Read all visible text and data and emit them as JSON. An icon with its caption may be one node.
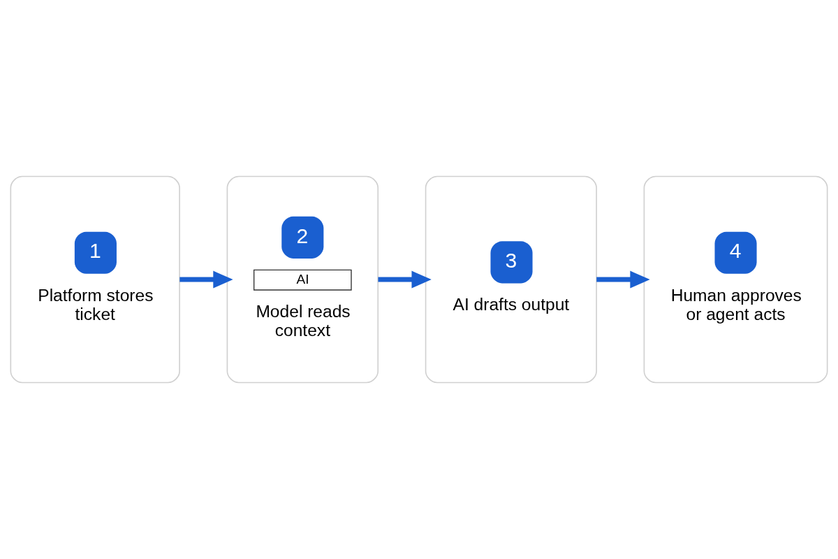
{
  "diagram": {
    "nodes": [
      {
        "text": [
          "1",
          "Platform stores ticket"
        ]
      },
      {
        "text": [
          "2",
          "AI",
          "Model reads context"
        ]
      },
      {
        "text": [
          "3",
          "AI drafts output"
        ]
      },
      {
        "text": [
          "4",
          "Human approves or agent acts"
        ]
      }
    ],
    "edges": [
      {
        "from": 0,
        "to": 1,
        "arrow": "to"
      },
      {
        "from": 1,
        "to": 2,
        "arrow": "to"
      },
      {
        "from": 2,
        "to": 3,
        "arrow": "to"
      }
    ]
  }
}
